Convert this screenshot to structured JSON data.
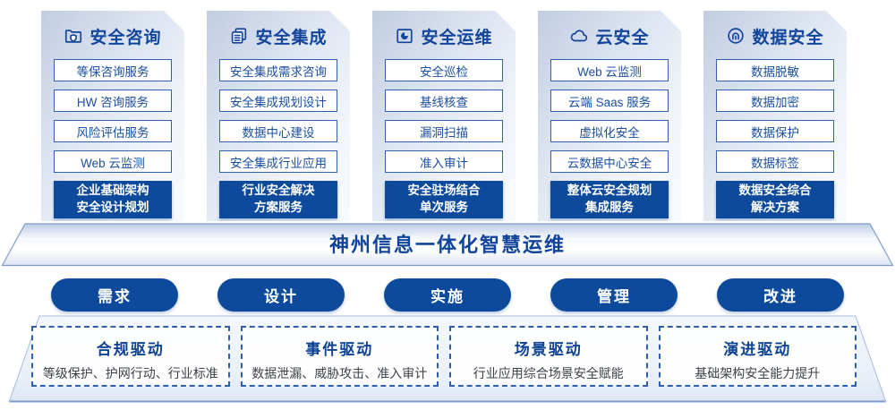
{
  "colors": {
    "dark_blue": "#0d4a9c",
    "title_blue": "#12459b",
    "item_border_blue": "#3162ae",
    "dashed_border_blue": "#2e5fac",
    "desc_text": "#3c4148"
  },
  "columns": [
    {
      "icon": "folder-shield-icon",
      "title": "安全咨询",
      "items": [
        "等保咨询服务",
        "HW 咨询服务",
        "风险评估服务",
        "Web 云监测"
      ],
      "highlight": [
        "企业基础架构",
        "安全设计规划"
      ]
    },
    {
      "icon": "documents-icon",
      "title": "安全集成",
      "items": [
        "安全集成需求咨询",
        "安全集成规划设计",
        "数据中心建设",
        "安全集成行业应用"
      ],
      "highlight": [
        "行业安全解决",
        "方案服务"
      ]
    },
    {
      "icon": "pie-chart-folder-icon",
      "title": "安全运维",
      "items": [
        "安全巡检",
        "基线核查",
        "漏洞扫描",
        "准入审计"
      ],
      "highlight": [
        "安全驻场结合",
        "单次服务"
      ]
    },
    {
      "icon": "cloud-icon",
      "title": "云安全",
      "items": [
        "Web 云监测",
        "云端 Saas 服务",
        "虚拟化安全",
        "云数据中心安全"
      ],
      "highlight": [
        "整体云安全规划",
        "集成服务"
      ]
    },
    {
      "icon": "fingerprint-icon",
      "title": "数据安全",
      "items": [
        "数据脱敏",
        "数据加密",
        "数据保护",
        "数据标签"
      ],
      "highlight": [
        "数据安全综合",
        "解决方案"
      ]
    }
  ],
  "banner": {
    "title": "神州信息一体化智慧运维"
  },
  "process_pills": [
    "需求",
    "设计",
    "实施",
    "管理",
    "改进"
  ],
  "drivers": [
    {
      "title": "合规驱动",
      "desc": "等级保护、护网行动、行业标准"
    },
    {
      "title": "事件驱动",
      "desc": "数据泄漏、威胁攻击、准入审计"
    },
    {
      "title": "场景驱动",
      "desc": "行业应用综合场景安全赋能"
    },
    {
      "title": "演进驱动",
      "desc": "基础架构安全能力提升"
    }
  ]
}
